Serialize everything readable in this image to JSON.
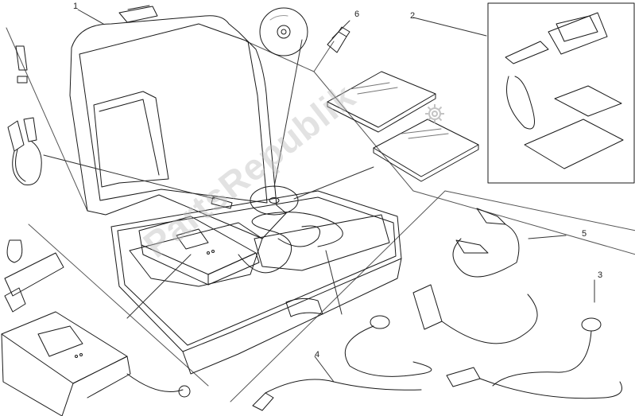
{
  "callouts": {
    "c1": "1",
    "c2": "2",
    "c3": "3",
    "c4": "4",
    "c5": "5",
    "c6": "6"
  },
  "watermark": "PartsRepublik",
  "colors": {
    "line": "#1a1a1a",
    "light": "#bfbfbf",
    "fill": "#f4f4f4"
  }
}
